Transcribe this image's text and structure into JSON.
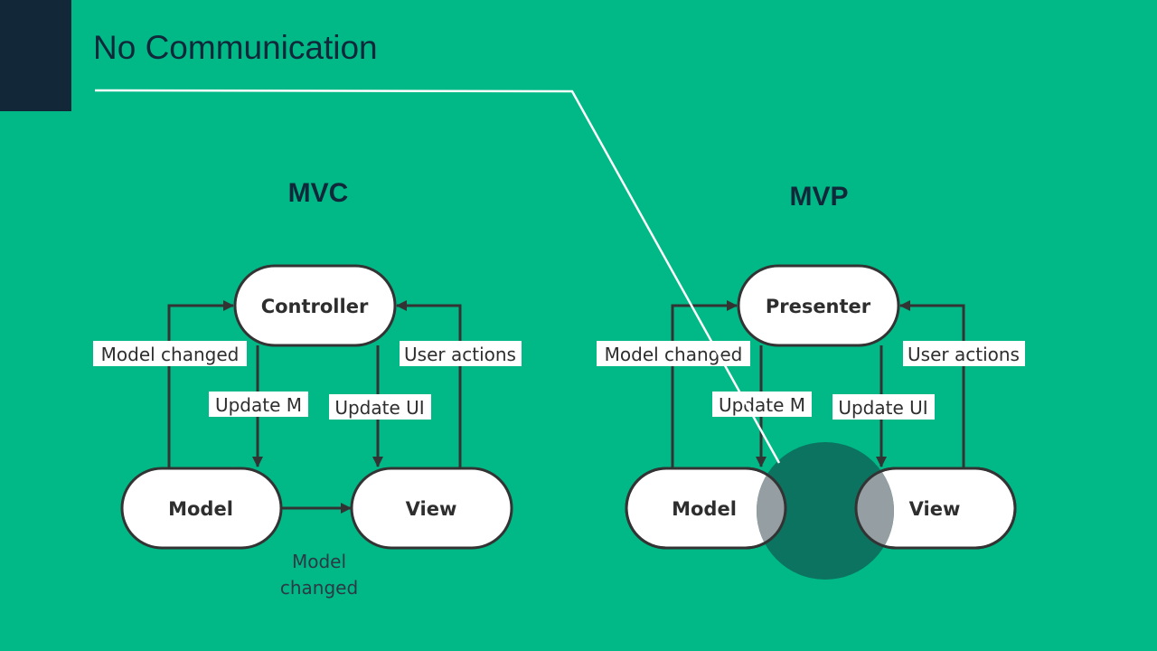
{
  "slide": {
    "title": "No Communication"
  },
  "mvc": {
    "title": "MVC",
    "nodes": {
      "controller": "Controller",
      "model": "Model",
      "view": "View"
    },
    "edges": {
      "model_changed": "Model changed",
      "update_m": "Update M",
      "update_ui": "Update UI",
      "user_actions": "User actions",
      "model_to_view_line1": "Model",
      "model_to_view_line2": "changed"
    }
  },
  "mvp": {
    "title": "MVP",
    "nodes": {
      "presenter": "Presenter",
      "model": "Model",
      "view": "View"
    },
    "edges": {
      "model_changed": "Model changed",
      "update_m": "Update M",
      "update_ui": "Update UI",
      "user_actions": "User actions"
    }
  },
  "colors": {
    "background": "#00b987",
    "accent_block": "#122838",
    "title_text": "#10283a",
    "connector_line": "#ffffff",
    "highlight_circle": "#0b7360",
    "overlap_tint": "#959ea2"
  }
}
